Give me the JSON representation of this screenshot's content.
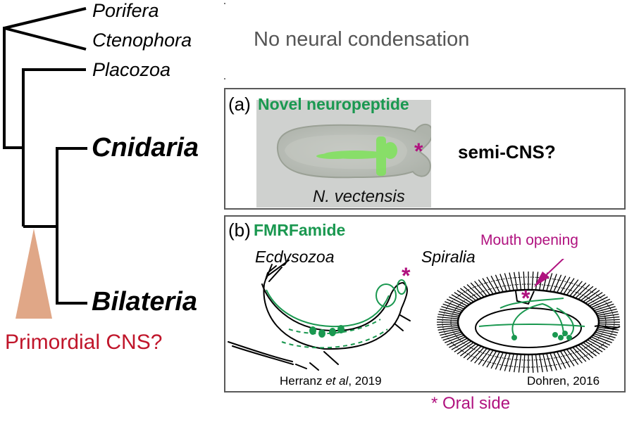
{
  "tree": {
    "taxa": {
      "porifera": "Porifera",
      "ctenophora": "Ctenophora",
      "placozoa": "Placozoa",
      "cnidaria": "Cnidaria",
      "bilateria": "Bilateria"
    },
    "bracket_label": "No neural condensation",
    "primordial_label": "Primordial CNS?"
  },
  "panel_a": {
    "letter": "(a)",
    "title": "Novel neuropeptide",
    "species": "N. vectensis",
    "asterisk": "*",
    "conclusion": "semi-CNS?"
  },
  "panel_b": {
    "letter": "(b)",
    "title": "FMRFamide",
    "left_clade": "Ecdysozoa",
    "right_clade": "Spiralia",
    "left_citation_pre": "Herranz ",
    "left_citation_italic": "et al",
    "left_citation_post": ", 2019",
    "right_citation": "Dohren, 2016",
    "mouth_label": "Mouth opening",
    "asterisk": "*"
  },
  "legend": {
    "oral_side": "* Oral side"
  },
  "colors": {
    "neuro_green": "#1a9850",
    "oral_magenta": "#b0127f",
    "primordial_red": "#c0152a",
    "triangle_fill": "#e0a787",
    "bracket_gray": "#777777"
  }
}
